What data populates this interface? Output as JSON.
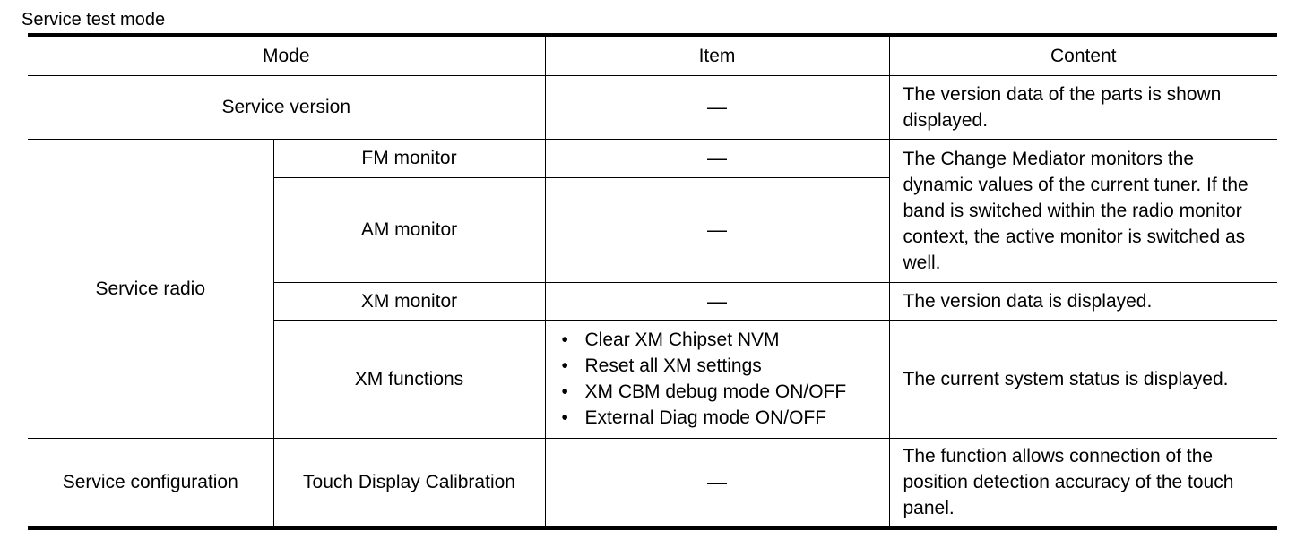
{
  "caption": "Service test mode",
  "headers": {
    "mode": "Mode",
    "item": "Item",
    "content": "Content"
  },
  "rows": {
    "service_version": {
      "mode": "Service version",
      "item": "—",
      "content": "The version data of the parts is shown displayed."
    },
    "service_radio": {
      "mode": "Service radio",
      "fm": {
        "submode": "FM monitor",
        "item": "—"
      },
      "am": {
        "submode": "AM monitor",
        "item": "—"
      },
      "fm_am_content": "The Change Mediator monitors the dynamic values of the current tuner. If the band is switched within the radio monitor context, the active monitor is switched as well.",
      "xm": {
        "submode": "XM monitor",
        "item": "—",
        "content": "The version data is displayed."
      },
      "xm_functions": {
        "submode": "XM functions",
        "bullet": "•",
        "items": [
          "Clear XM Chipset NVM",
          "Reset all XM settings",
          "XM CBM debug mode ON/OFF",
          "External Diag mode ON/OFF"
        ],
        "content": "The current system status is displayed."
      }
    },
    "service_configuration": {
      "mode": "Service configuration",
      "submode": "Touch Display Calibration",
      "item": "—",
      "content": "The function allows connection of the position detection accuracy of the touch panel."
    }
  }
}
